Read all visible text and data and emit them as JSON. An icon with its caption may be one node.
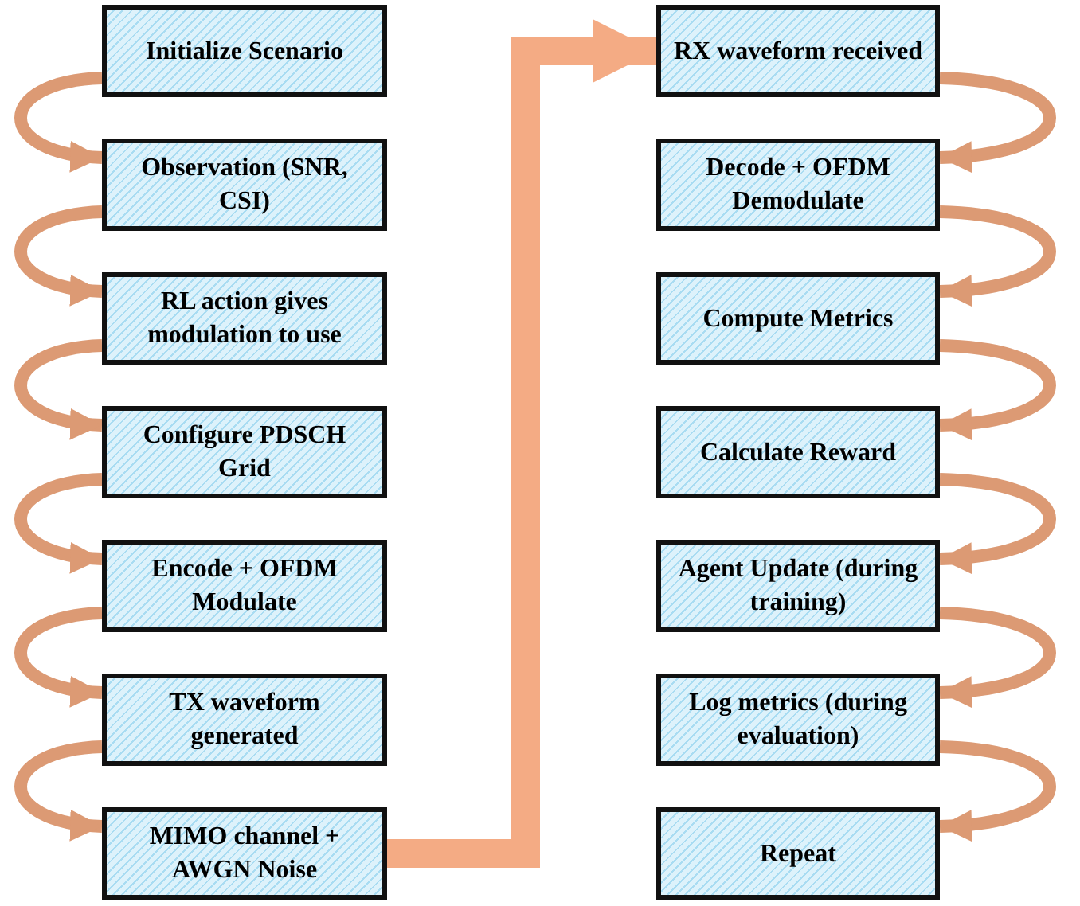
{
  "diagram": {
    "nodes": [
      {
        "text": [
          "Initialize Scenario"
        ]
      },
      {
        "text": [
          "Observation (SNR, CSI)"
        ]
      },
      {
        "text": [
          "RL action gives modulation to use"
        ]
      },
      {
        "text": [
          "Configure PDSCH Grid"
        ]
      },
      {
        "text": [
          "Encode + OFDM Modulate"
        ]
      },
      {
        "text": [
          "TX waveform generated"
        ]
      },
      {
        "text": [
          "MIMO channel + AWGN Noise"
        ]
      },
      {
        "text": [
          "RX waveform received"
        ]
      },
      {
        "text": [
          "Decode + OFDM Demodulate"
        ]
      },
      {
        "text": [
          "Compute Metrics"
        ]
      },
      {
        "text": [
          "Calculate Reward"
        ]
      },
      {
        "text": [
          "Agent Update (during training)"
        ]
      },
      {
        "text": [
          "Log metrics (during evaluation)"
        ]
      },
      {
        "text": [
          "Repeat"
        ]
      }
    ],
    "edges": [
      {
        "from": 0,
        "to": 1,
        "arrow": "to"
      },
      {
        "from": 1,
        "to": 2,
        "arrow": "to"
      },
      {
        "from": 2,
        "to": 3,
        "arrow": "to"
      },
      {
        "from": 3,
        "to": 4,
        "arrow": "to"
      },
      {
        "from": 4,
        "to": 5,
        "arrow": "to"
      },
      {
        "from": 5,
        "to": 6,
        "arrow": "to"
      },
      {
        "from": 6,
        "to": 7,
        "arrow": "to",
        "style": "thick",
        "color": "#f4ab84"
      },
      {
        "from": 7,
        "to": 8,
        "arrow": "to"
      },
      {
        "from": 8,
        "to": 9,
        "arrow": "to"
      },
      {
        "from": 9,
        "to": 10,
        "arrow": "to"
      },
      {
        "from": 10,
        "to": 11,
        "arrow": "to"
      },
      {
        "from": 11,
        "to": 12,
        "arrow": "to"
      },
      {
        "from": 12,
        "to": 13,
        "arrow": "to"
      }
    ]
  }
}
